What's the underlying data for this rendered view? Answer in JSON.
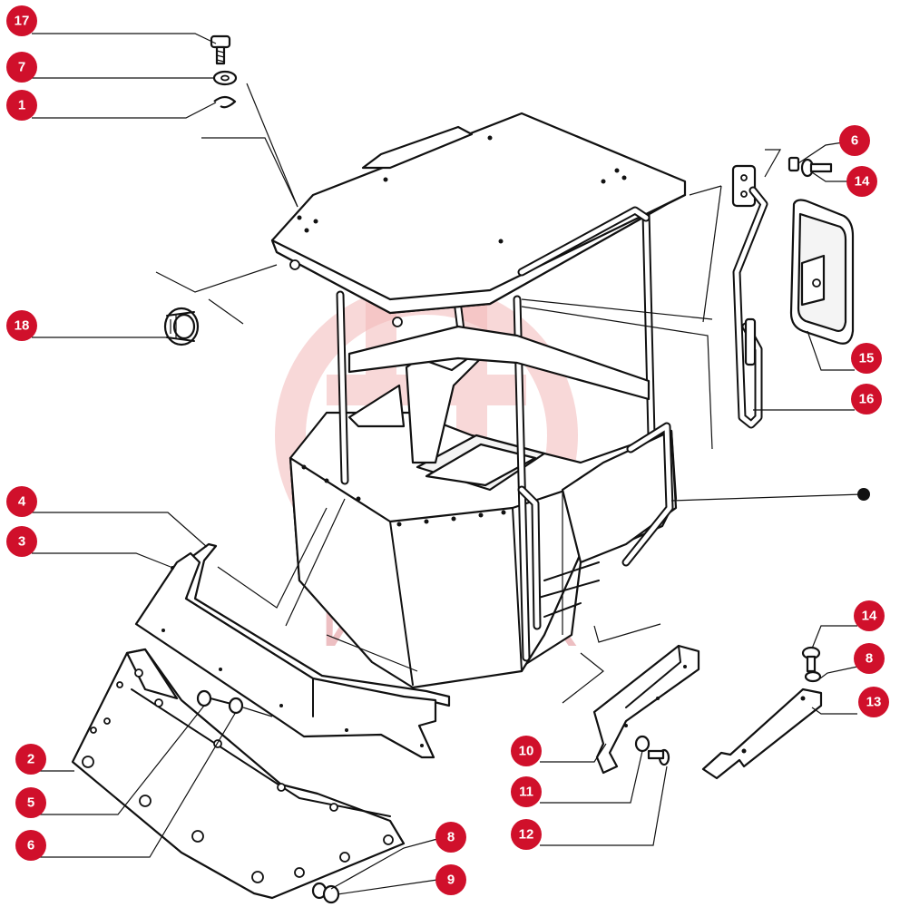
{
  "watermark": {
    "text": "ИНТЕХ"
  },
  "callouts": [
    {
      "id": "c17",
      "label": "17"
    },
    {
      "id": "c7",
      "label": "7"
    },
    {
      "id": "c1",
      "label": "1"
    },
    {
      "id": "c18",
      "label": "18"
    },
    {
      "id": "c6a",
      "label": "6"
    },
    {
      "id": "c14a",
      "label": "14"
    },
    {
      "id": "c15",
      "label": "15"
    },
    {
      "id": "c16",
      "label": "16"
    },
    {
      "id": "c4",
      "label": "4"
    },
    {
      "id": "c3",
      "label": "3"
    },
    {
      "id": "c14b",
      "label": "14"
    },
    {
      "id": "c8a",
      "label": "8"
    },
    {
      "id": "c13",
      "label": "13"
    },
    {
      "id": "c10",
      "label": "10"
    },
    {
      "id": "c11",
      "label": "11"
    },
    {
      "id": "c12",
      "label": "12"
    },
    {
      "id": "c2",
      "label": "2"
    },
    {
      "id": "c5",
      "label": "5"
    },
    {
      "id": "c6b",
      "label": "6"
    },
    {
      "id": "c8b",
      "label": "8"
    },
    {
      "id": "c9",
      "label": "9"
    }
  ],
  "colors": {
    "callout": "#d0102b",
    "line": "#111111",
    "watermark": "#e8aaae"
  }
}
